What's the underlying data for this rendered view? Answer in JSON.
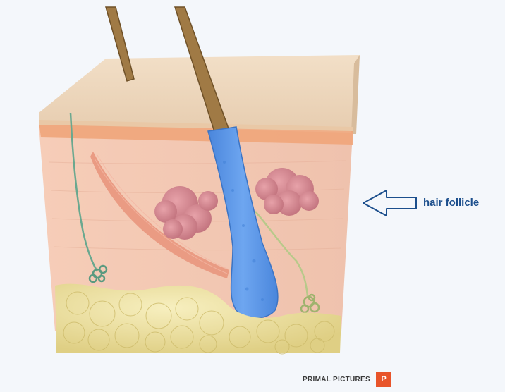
{
  "diagram": {
    "callout_label": "hair follicle",
    "brand_text": "PRIMAL PICTURES",
    "brand_logo_text": "P"
  },
  "colors": {
    "background": "#f4f7fb",
    "skin_top": "#ead4b8",
    "dermis": "#f2c4ae",
    "epidermis_band": "#f0a57a",
    "hair_shaft": "#a07a45",
    "follicle": "#5b97e6",
    "sebaceous_gland": "#d78a93",
    "arrector_muscle": "#e8937a",
    "nerve_green": "#6aa88f",
    "sweat_gland": "#b8c98a",
    "fat": "#eee29a",
    "callout": "#1b4e8c",
    "brand_logo": "#e8542a"
  }
}
